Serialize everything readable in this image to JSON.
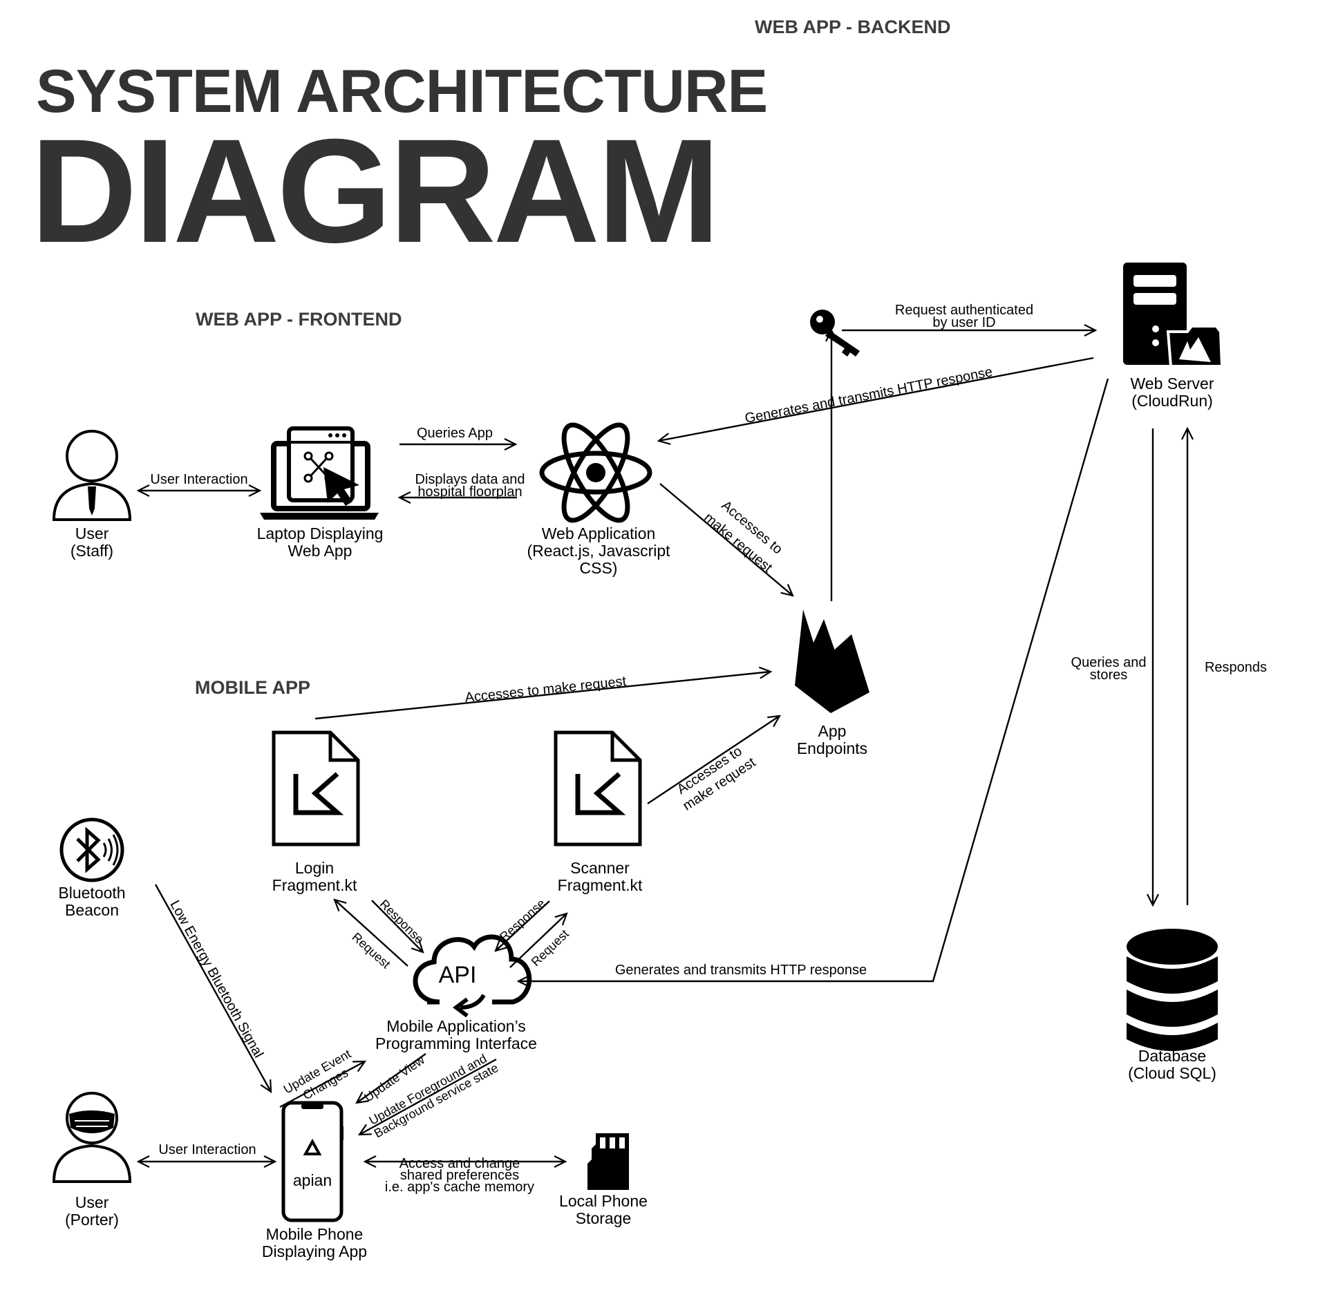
{
  "title": {
    "line1": "SYSTEM ARCHITECTURE",
    "line2": "DIAGRAM"
  },
  "sections": {
    "backend": "WEB APP - BACKEND",
    "frontend": "WEB APP - FRONTEND",
    "mobile": "MOBILE APP"
  },
  "nodes": {
    "user_staff": [
      "User",
      "(Staff)"
    ],
    "laptop": [
      "Laptop Displaying",
      "Web App"
    ],
    "web_application": [
      "Web Application",
      "(React.js, Javascript",
      "CSS)"
    ],
    "web_server": [
      "Web Server",
      "(CloudRun)"
    ],
    "app_endpoints": [
      "App",
      "Endpoints"
    ],
    "database": [
      "Database",
      "(Cloud SQL)"
    ],
    "login_fragment": [
      "Login",
      "Fragment.kt"
    ],
    "scanner_fragment": [
      "Scanner",
      "Fragment.kt"
    ],
    "bluetooth_beacon": [
      "Bluetooth",
      "Beacon"
    ],
    "api": [
      "Mobile Application’s",
      "Programming Interface"
    ],
    "api_icon_text": "API",
    "user_porter": [
      "User",
      "(Porter)"
    ],
    "mobile_phone": [
      "Mobile Phone",
      "Displaying App"
    ],
    "phone_brand": "apian",
    "local_storage": [
      "Local Phone",
      "Storage"
    ]
  },
  "edges": {
    "user_interaction_staff": "User Interaction",
    "queries_app": "Queries App",
    "displays_data": [
      "Displays data and",
      "hospital floorplan"
    ],
    "request_authenticated": [
      "Request authenticated",
      "by user ID"
    ],
    "http_response_web": "Generates and transmits HTTP response",
    "accesses_web": [
      "Accesses to",
      "make request"
    ],
    "queries_stores": [
      "Queries and",
      "stores"
    ],
    "responds": "Responds",
    "accesses_login": "Accesses to make request",
    "accesses_scanner": [
      "Accesses to",
      "make request"
    ],
    "low_energy_bt": "Low Energy Bluetooth Signal",
    "response_login": "Response",
    "request_login": "Request",
    "response_scanner": "Response",
    "request_scanner": "Request",
    "http_response_api": "Generates and transmits HTTP response",
    "update_event": [
      "Update Event",
      "Changes"
    ],
    "update_view": "Update View",
    "update_service": [
      "Update Foreground and",
      "Background service state"
    ],
    "user_interaction_porter": "User Interaction",
    "access_storage": [
      "Access and change",
      "shared preferences",
      "i.e. app's cache memory"
    ]
  }
}
